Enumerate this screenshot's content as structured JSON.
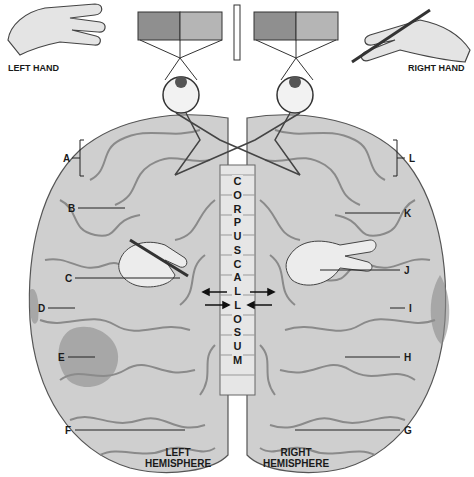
{
  "diagram": {
    "labels": [
      "LEFT HAND",
      "RIGHT HAND",
      "A",
      "B",
      "C",
      "D",
      "E",
      "F",
      "L",
      "K",
      "J",
      "I",
      "H",
      "G",
      "CORPUS CALLOSUM",
      "LEFT HEMISPHERE",
      "RIGHT HEMISPHERE"
    ]
  }
}
